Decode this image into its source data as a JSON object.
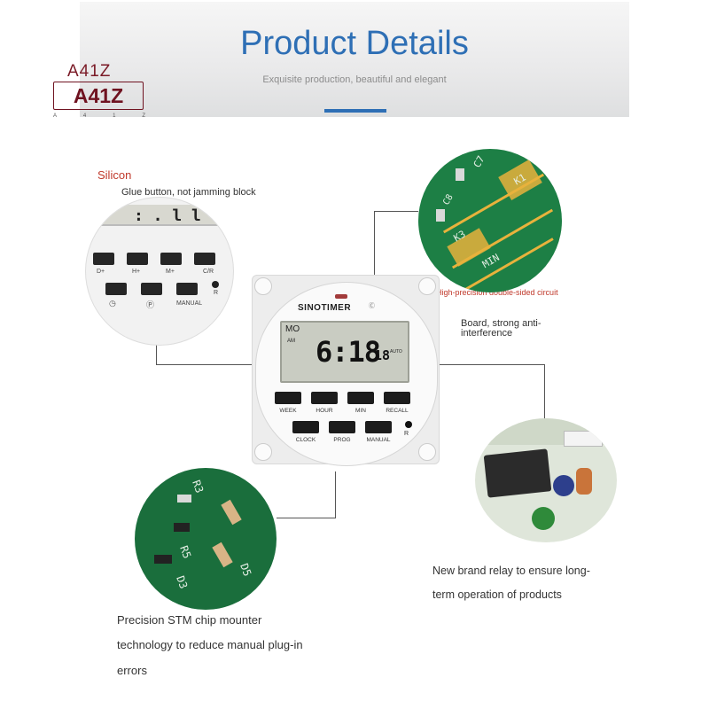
{
  "header": {
    "title": "Product Details",
    "subtitle": "Exquisite production, beautiful and elegant"
  },
  "watermark": {
    "top": "A41Z",
    "main": "A41Z",
    "letters": [
      "A",
      "4",
      "1",
      "Z"
    ]
  },
  "callouts": {
    "silicon_title": "Silicon",
    "silicon_desc": "Glue button, not jamming block",
    "circuit_line1": "High-precision double-sided circuit",
    "circuit_line2": "Board, strong anti-",
    "circuit_line3": "interference",
    "relay_line1": "New brand relay to ensure long-",
    "relay_line2": "term operation of products",
    "chip_line1": "Precision STM chip mounter",
    "chip_line2": "technology to reduce manual plug-in",
    "chip_line3": "errors"
  },
  "device": {
    "brand": "SINOTIMER",
    "lcd_day": "MO",
    "lcd_ampm": "AM",
    "lcd_time": "6:18",
    "lcd_seconds": "18",
    "lcd_mode": "AUTO",
    "buttons_row1": [
      "WEEK",
      "HOUR",
      "MIN",
      "RECALL"
    ],
    "buttons_row2": [
      "CLOCK",
      "PROG",
      "MANUAL"
    ],
    "reset_label": "R"
  },
  "closeup_buttons": {
    "lcd_text": ": . l l l",
    "row1": [
      "D+",
      "H+",
      "M+",
      "C/R"
    ],
    "row2_label": "MANUAL",
    "reset_label": "R"
  },
  "pcb_top": {
    "labels": [
      "C7",
      "K1",
      "C8",
      "K3",
      "MIN"
    ]
  },
  "pcb_bottom": {
    "labels": [
      "R3",
      "R5",
      "D5",
      "D3"
    ]
  },
  "colors": {
    "title_blue": "#2e6fb5",
    "accent_red": "#c0392b",
    "pcb_green": "#1d7f45"
  }
}
